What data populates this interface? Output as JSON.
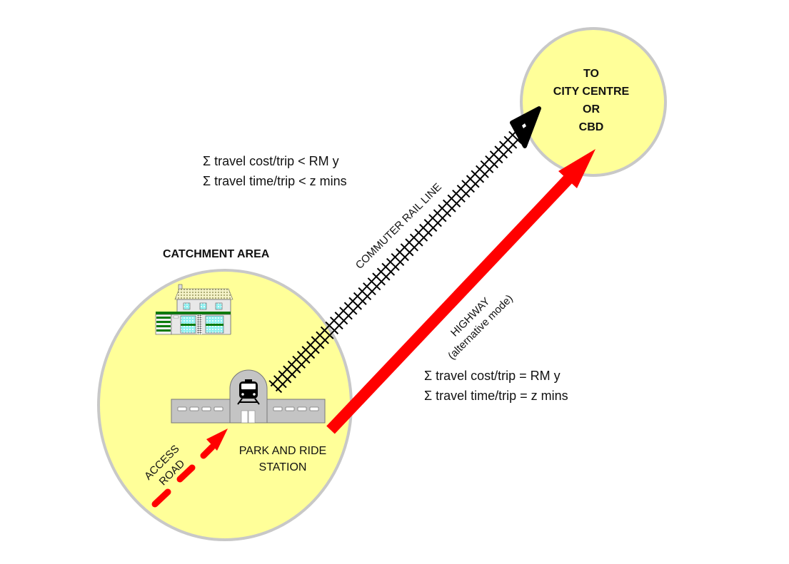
{
  "destination": {
    "lines": [
      "TO",
      "CITY CENTRE",
      "OR",
      "CBD"
    ]
  },
  "catchment": {
    "title": "CATCHMENT AREA"
  },
  "rail": {
    "label": "COMMUTER RAIL LINE",
    "conditions": [
      "Σ travel cost/trip < RM y",
      "Σ travel time/trip < z mins"
    ]
  },
  "highway": {
    "label": "HIGHWAY",
    "sublabel": "(alternative mode)",
    "conditions": [
      "Σ travel cost/trip = RM y",
      "Σ travel time/trip = z mins"
    ]
  },
  "access_road": {
    "lines": [
      "ACCESS",
      "ROAD"
    ]
  },
  "station": {
    "lines": [
      "PARK AND RIDE",
      "STATION"
    ]
  },
  "colors": {
    "area_fill": "#ffff99",
    "area_stroke": "#c8c8c8",
    "road": "#ff0000",
    "rail": "#000000",
    "building": "#c0c0c0",
    "house_trim": "#006400",
    "window": "#66e0e0"
  },
  "icons": [
    "house-icon",
    "train-icon",
    "rail-arrow-icon",
    "highway-arrow-icon",
    "access-road-arrow-icon"
  ]
}
